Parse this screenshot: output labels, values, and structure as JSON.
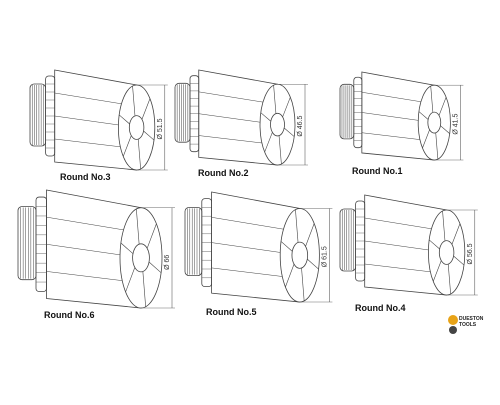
{
  "parts": [
    {
      "id": "round3",
      "label": "Round No.3",
      "dimension": "Ø 51.5"
    },
    {
      "id": "round2",
      "label": "Round No.2",
      "dimension": "Ø 46.5"
    },
    {
      "id": "round1",
      "label": "Round No.1",
      "dimension": "Ø 41.5"
    },
    {
      "id": "round6",
      "label": "Round No.6",
      "dimension": "Ø 66"
    },
    {
      "id": "round5",
      "label": "Round No.5",
      "dimension": "Ø 61.5"
    },
    {
      "id": "round4",
      "label": "Round No.4",
      "dimension": "Ø 56.5"
    }
  ],
  "brand": {
    "line1": "DUESTON",
    "line2": "TOOLS",
    "accent": "#e8a317"
  },
  "colors": {
    "stroke": "#444444",
    "background": "#ffffff"
  }
}
